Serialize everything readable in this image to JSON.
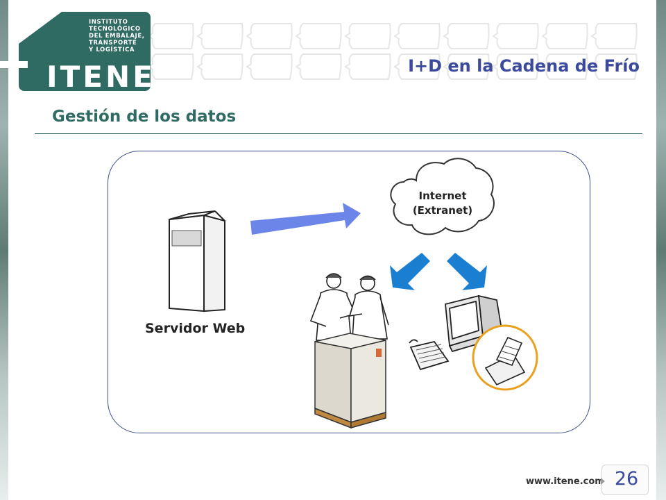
{
  "header": {
    "logo": {
      "lines": [
        "INSTITUTO",
        "TECNOLÓGICO",
        "DEL EMBALAJE,",
        "TRANSPORTE",
        "Y LOGÍSTICA"
      ],
      "word": "ITENE"
    },
    "course_title": "I+D en la Cadena de Frío"
  },
  "slide": {
    "title": "Gestión de los datos"
  },
  "diagram": {
    "server_label": "Servidor Web",
    "cloud_line1": "Internet",
    "cloud_line2": "(Extranet)",
    "colors": {
      "frame": "#3a4a8a",
      "arrow_main": "#6b86e8",
      "arrow_down": "#1a7fd0",
      "badge_ring": "#e8a020",
      "brand": "#2f6b62",
      "title": "#3c4a9d"
    }
  },
  "footer": {
    "url": "www.itene.com",
    "page_number": "26"
  }
}
